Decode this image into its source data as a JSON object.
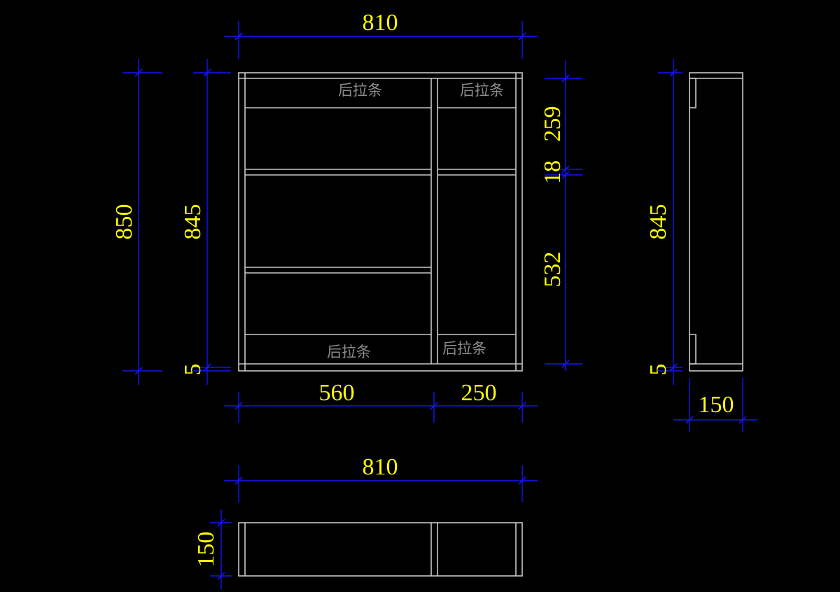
{
  "colors": {
    "background": "#000000",
    "geometry": "#c8c8c8",
    "dimension_line": "#1414ff",
    "dimension_text": "#ffff00",
    "note_text": "#8c8c8c"
  },
  "front_view": {
    "notes": [
      "后拉条",
      "后拉条",
      "后拉条",
      "后拉条"
    ],
    "dimensions": {
      "top_width": "810",
      "overall_height": "850",
      "inner_height": "845",
      "bottom_offset": "5",
      "left_bay_width": "560",
      "right_bay_width": "250",
      "upper_compartment": "259",
      "shelf_thickness": "18",
      "lower_compartment": "532"
    }
  },
  "side_view": {
    "dimensions": {
      "height": "845",
      "bottom_offset": "5",
      "depth": "150"
    }
  },
  "top_view": {
    "dimensions": {
      "width": "810",
      "depth": "150"
    }
  }
}
